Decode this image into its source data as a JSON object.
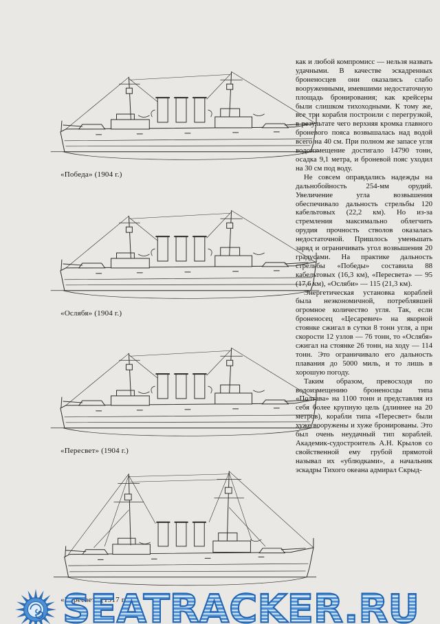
{
  "page": {
    "bg": "#e9e8e4"
  },
  "figures": [
    {
      "caption": "«Победа» (1904 г.)"
    },
    {
      "caption": "«Ослябя» (1904 г.)"
    },
    {
      "caption": "«Пересвет» (1904 г.)"
    },
    {
      "caption": "«Пересвет» (1917 г.)"
    }
  ],
  "article": {
    "paragraphs": [
      "как и любой компромисс — нельзя назвать удачными. В качестве эскадренных броненосцев они оказались слабо вооруженными, имевшими недостаточную площадь бронирования; как крейсеры были слишком тихоходными. К тому же, все три корабля построили с перегрузкой, в результате чего верхняя кромка главного броневого пояса возвышалась над водой всего на 40 см. При полном же запасе угля водоизмещение достигало 14790 тонн, осадка 9,1 метра, и броневой пояс уходил на 30 см под воду.",
      "Не совсем оправдались надежды на дальнобойность 254-мм орудий. Увеличение угла возвышения обеспечивало дальность стрельбы 120 кабельтовых (22,2 км). Но из-за стремления максимально облегчить орудия прочность стволов оказалась недостаточной. Пришлось уменьшать заряд и ограничивать угол возвышения 20 градусами. На практике дальность стрельбы «Победы» составила 88 кабельтовых (16,3 км), «Пересвета» — 95 (17,6 км), «Осляби» — 115 (21,3 км).",
      "Энергетическая установка кораблей была неэкономичной, потреблявшей огромное количество угля. Так, если броненосец «Цесаревич» на якорной стоянке сжигал в сутки 8 тонн угля, а при скорости 12 узлов — 76 тонн, то «Ослябя» сжигал на стоянке 26 тонн, на ходу — 114 тонн. Это ограничивало его дальность плавания до 5000 миль, и то лишь в хорошую погоду.",
      "Таким образом, превосходя по водоизмещению броненосцы типа «Полтава» на 1100 тонн и представляя из себя более крупную цель (длиннее на 20 метров), корабли типа «Пересвет» были хуже вооружены и хуже бронированы. Это был очень неудачный тип кораблей. Академик-судостроитель А.Н. Крылов со свойственной ему грубой прямотой называл их «ублюдками», а начальник эскадры Тихого океана адмирал Скрыд-"
    ]
  },
  "watermark": {
    "text": "SEATRACKER.RU",
    "accent_color": "#4d8fd2",
    "outline_color": "#2264b0",
    "icon": "sun-logo-icon"
  }
}
